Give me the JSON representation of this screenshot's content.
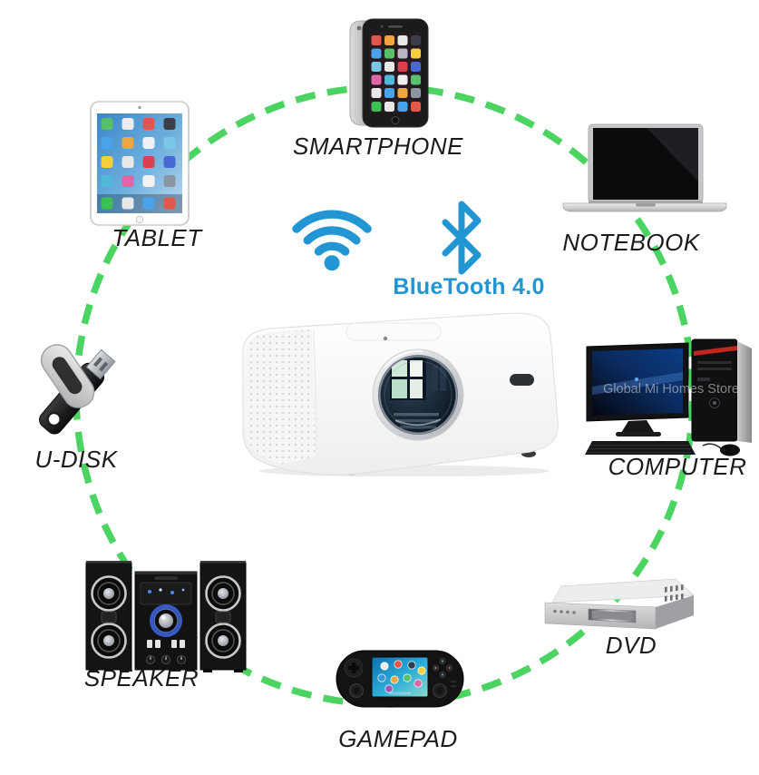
{
  "page": {
    "background": "#ffffff"
  },
  "colors": {
    "accent_blue": "#2196d3",
    "dash_green": "#4cd463",
    "label_text": "#1b1b1b"
  },
  "hub": {
    "device_icon": "projector-icon",
    "wifi_icon": "wifi-icon",
    "bluetooth_icon": "bluetooth-icon",
    "bluetooth_label": "BlueTooth 4.0"
  },
  "watermark": "Global Mi Homes Store",
  "devices": [
    {
      "id": "smartphone",
      "icon": "smartphone-icon",
      "label": "SMARTPHONE"
    },
    {
      "id": "notebook",
      "icon": "notebook-icon",
      "label": "NOTEBOOK"
    },
    {
      "id": "computer",
      "icon": "desktop-computer-icon",
      "label": "COMPUTER"
    },
    {
      "id": "dvd",
      "icon": "dvd-player-icon",
      "label": "DVD"
    },
    {
      "id": "gamepad",
      "icon": "gamepad-icon",
      "label": "GAMEPAD"
    },
    {
      "id": "speaker",
      "icon": "speaker-system-icon",
      "label": "SPEAKER"
    },
    {
      "id": "udisk",
      "icon": "usb-flash-drive-icon",
      "label": "U-DISK"
    },
    {
      "id": "tablet",
      "icon": "tablet-icon",
      "label": "TABLET"
    }
  ]
}
